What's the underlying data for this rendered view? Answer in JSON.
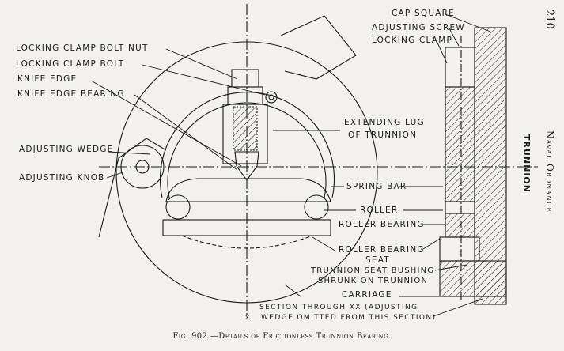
{
  "page": {
    "number": "210",
    "running_head": "Naval Ordnance"
  },
  "labels_left": [
    "LOCKING CLAMP BOLT NUT",
    "LOCKING CLAMP BOLT",
    "KNIFE EDGE",
    "KNIFE EDGE BEARING",
    "ADJUSTING WEDGE",
    "ADJUSTING KNOB"
  ],
  "labels_right": {
    "cap_square": "CAP SQUARE",
    "adjusting_screw": "ADJUSTING SCREW",
    "locking_clamp": "LOCKING CLAMP",
    "extending_lug_1": "EXTENDING LUG",
    "extending_lug_2": "OF TRUNNION",
    "spring_bar": "SPRING BAR",
    "roller": "ROLLER",
    "roller_bearing": "ROLLER BEARING",
    "roller_bearing_seat_1": "ROLLER BEARING",
    "roller_bearing_seat_2": "SEAT",
    "bushing_1": "TRUNNION SEAT BUSHING",
    "bushing_2": "SHRUNK ON TRUNNION",
    "carriage": "CARRIAGE",
    "trunnion": "TRUNNION"
  },
  "section_note": {
    "line1": "SECTION THROUGH XX (ADJUSTING",
    "line2": "WEDGE OMITTED FROM THIS SECTION)",
    "x_mark": "x"
  },
  "caption": "Fig. 902.—Details of Frictionless Trunnion Bearing."
}
